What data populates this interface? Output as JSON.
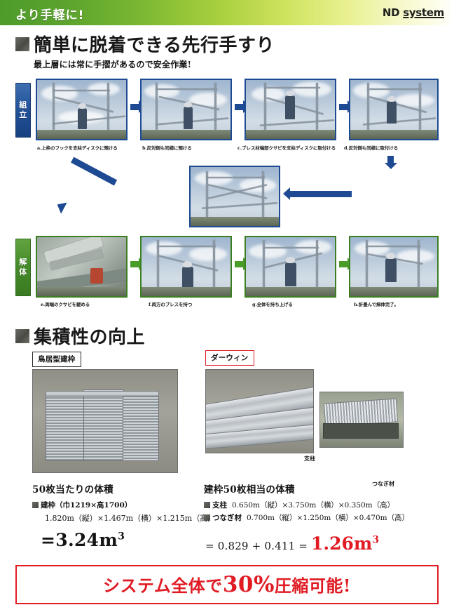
{
  "header": {
    "title": "より手軽に!",
    "brand_prefix": "ND ",
    "brand_underlined": "system",
    "gradient_from": "#4e9c2b",
    "gradient_to": "#ffffff"
  },
  "section1": {
    "heading": "簡単に脱着できる先行手すり",
    "subheading": "最上層には常に手摺があるので安全作業!",
    "assembly_tab": {
      "char1": "組",
      "char2": "立",
      "color": "#23539b"
    },
    "disassembly_tab": {
      "char1": "解",
      "char2": "体",
      "color": "#468c2a"
    },
    "assembly_steps": [
      {
        "id": "a",
        "caption": "a.上枠のフックを支柱ディスクに預ける"
      },
      {
        "id": "b",
        "caption": "b.反対側も同様に預ける"
      },
      {
        "id": "c",
        "caption": "c.ブレス材端部クサビを支柱ディスクに取付ける"
      },
      {
        "id": "d",
        "caption": "d.反対側も同様に取付ける"
      }
    ],
    "disassembly_steps": [
      {
        "id": "e",
        "caption": "e.両端のクサビを緩める"
      },
      {
        "id": "f",
        "caption": "f.両方のブレスを持つ"
      },
      {
        "id": "g",
        "caption": "g.全体を持ち上げる"
      },
      {
        "id": "h",
        "caption": "h.折畳んで解体完了。"
      }
    ]
  },
  "section2": {
    "heading": "集積性の向上",
    "left": {
      "product_label": "鳥居型建枠",
      "spec_title": "50枚当たりの体積",
      "spec_item_name": "建枠（巾1219×高1700）",
      "spec_dimensions": "1.820m（縦）×1.467m（横）×1.215m（高）",
      "result": "=3.24m",
      "result_exp": "3"
    },
    "right": {
      "product_label": "ダーウィン",
      "product_label_color": "#e01b24",
      "spec_title": "建枠50枚相当の体積",
      "photo_label_post": "支柱",
      "photo_label_tie": "つなぎ材",
      "specs": [
        {
          "name": "支柱",
          "dimensions": "0.650m（縦）×3.750m（横）×0.350m（高）"
        },
        {
          "name": "つなぎ材",
          "dimensions": "0.700m（縦）×1.250m（横）×0.470m（高）"
        }
      ],
      "calc_prefix": "= 0.829 + 0.411 = ",
      "calc_result": "1.26m",
      "calc_result_exp": "3",
      "calc_result_color": "#e01b24"
    }
  },
  "banner": {
    "text_before": "システム全体で",
    "percent": "30%",
    "text_after": "圧縮可能!",
    "color": "#e01b24"
  }
}
